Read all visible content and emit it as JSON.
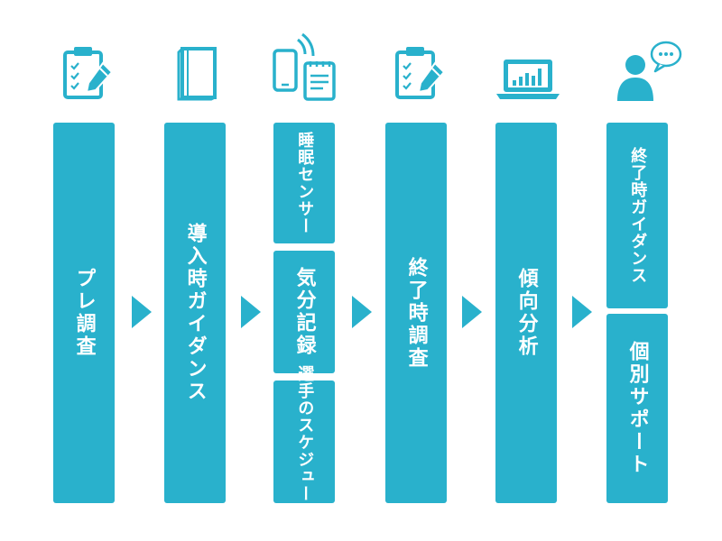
{
  "colors": {
    "accent": "#29b1cc",
    "text_on_accent": "#ffffff",
    "background": "#ffffff"
  },
  "steps": [
    {
      "icon": "clipboard-pencil-icon",
      "label": "プレ調査"
    },
    {
      "icon": "book-icon",
      "label": "導入時ガイダンス"
    },
    {
      "icon": "smartphone-notepad-icon",
      "items": [
        "睡眠センサー",
        "気分記録",
        "選手のスケジュール"
      ]
    },
    {
      "icon": "clipboard-pencil-icon",
      "label": "終了時調査"
    },
    {
      "icon": "laptop-chart-icon",
      "label": "傾向分析"
    },
    {
      "icon": "person-speech-bubble-icon",
      "items": [
        "終了時ガイダンス",
        "個別サポート"
      ]
    }
  ]
}
